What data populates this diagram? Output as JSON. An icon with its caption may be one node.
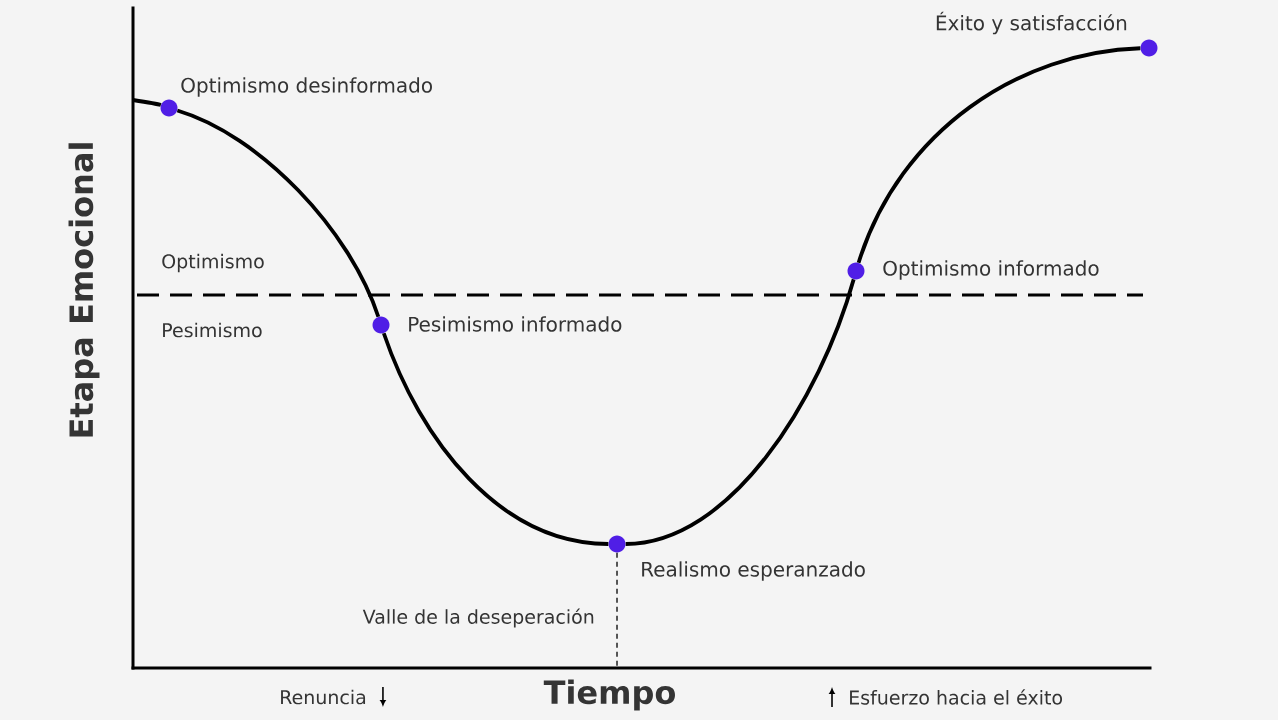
{
  "diagram": {
    "nodes": [
      {
        "text": [],
        "shape": "circle",
        "beside": [
          "Optimismo desinformado"
        ]
      },
      {
        "text": [],
        "shape": "circle",
        "beside": [
          "Pesimismo informado"
        ]
      },
      {
        "text": [],
        "shape": "circle",
        "beside": [
          "Realismo esperanzado"
        ]
      },
      {
        "text": [],
        "shape": "circle",
        "beside": [
          "Optimismo informado"
        ]
      },
      {
        "text": [],
        "shape": "circle",
        "beside": [
          "Éxito y satisfacción"
        ]
      }
    ],
    "edges": [
      {
        "from": null,
        "to": 0,
        "arrow": "none"
      },
      {
        "from": 0,
        "to": 1,
        "arrow": "none"
      },
      {
        "from": 1,
        "to": 2,
        "arrow": "none"
      },
      {
        "from": 2,
        "to": 3,
        "arrow": "none"
      },
      {
        "from": 3,
        "to": 4,
        "arrow": "none"
      }
    ],
    "labels": [
      "Etapa Emocional",
      "Optimismo",
      "Pesimismo",
      "Valle de la deseperación",
      "Renuncia",
      "Tiempo",
      "Esfuerzo hacia el éxito"
    ]
  }
}
